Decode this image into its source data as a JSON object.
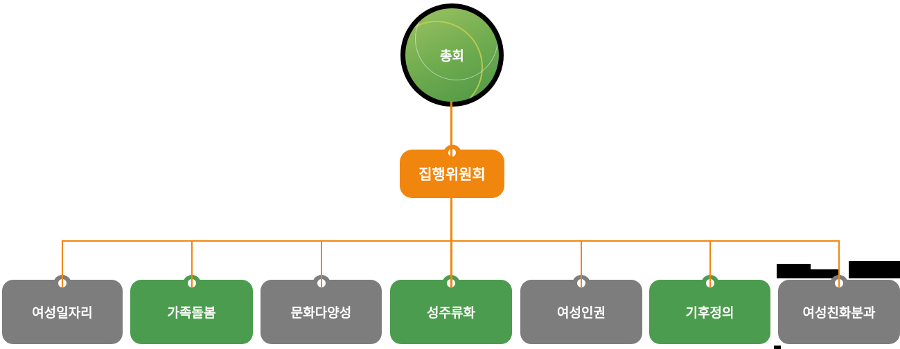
{
  "chart": {
    "type": "org-chart",
    "root": {
      "label": "총회"
    },
    "executive": {
      "label": "집행위원회"
    },
    "committees": [
      {
        "label": "여성일자리",
        "variant": "gray"
      },
      {
        "label": "가족돌봄",
        "variant": "green"
      },
      {
        "label": "문화다양성",
        "variant": "gray"
      },
      {
        "label": "성주류화",
        "variant": "green"
      },
      {
        "label": "여성인권",
        "variant": "gray"
      },
      {
        "label": "기후정의",
        "variant": "green"
      },
      {
        "label": "여성친화분과",
        "variant": "gray"
      }
    ],
    "colors": {
      "connector_orange": "#F1860E",
      "executive_orange": "#F1860E",
      "committee_gray": "#7D7D7D",
      "committee_green": "#4C9C4F",
      "root_gradient_light": "#9CC363",
      "root_gradient_dark": "#4E9745",
      "root_ring_black": "#000000",
      "label_white": "#FFFFFF"
    }
  }
}
